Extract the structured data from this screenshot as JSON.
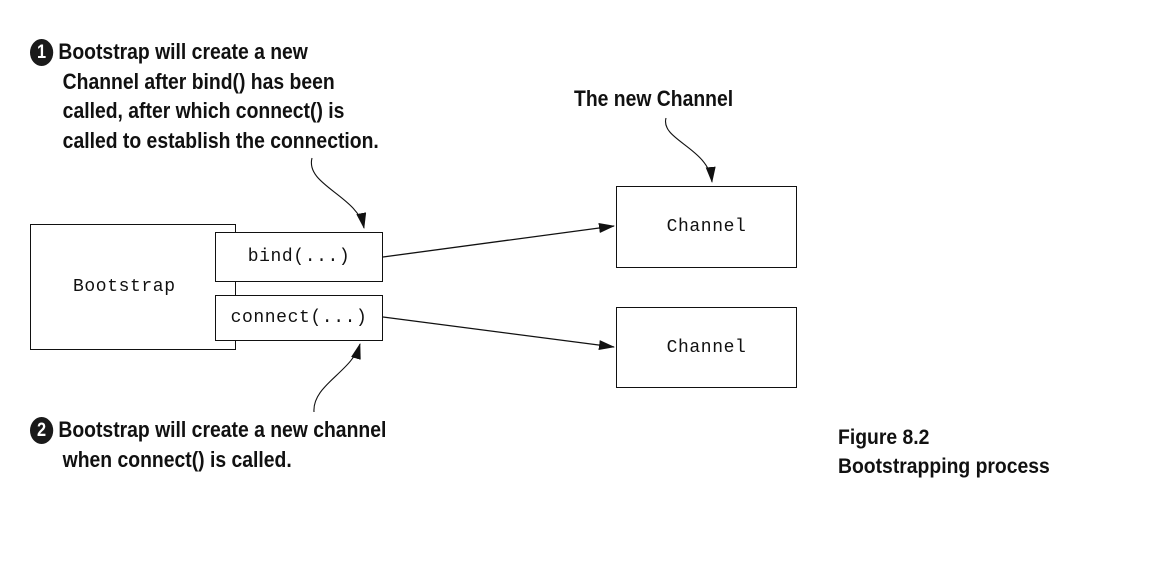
{
  "diagram": {
    "nodes": {
      "bootstrap": "Bootstrap",
      "bind": "bind(...)",
      "connect": "connect(...)",
      "channel_1": "Channel",
      "channel_2": "Channel"
    },
    "callouts": {
      "one": {
        "number": "1",
        "lines": [
          "Bootstrap will create a new",
          "Channel after bind() has been",
          "called, after which connect() is",
          "called to establish the connection."
        ]
      },
      "two": {
        "number": "2",
        "lines": [
          "Bootstrap will create a new channel",
          "when connect() is called."
        ]
      },
      "new_channel": "The new Channel"
    },
    "edges": [
      {
        "from": "bind",
        "to": "channel_1"
      },
      {
        "from": "connect",
        "to": "channel_2"
      }
    ],
    "caption": {
      "figure_number": "Figure 8.2",
      "title": "Bootstrapping process"
    }
  }
}
